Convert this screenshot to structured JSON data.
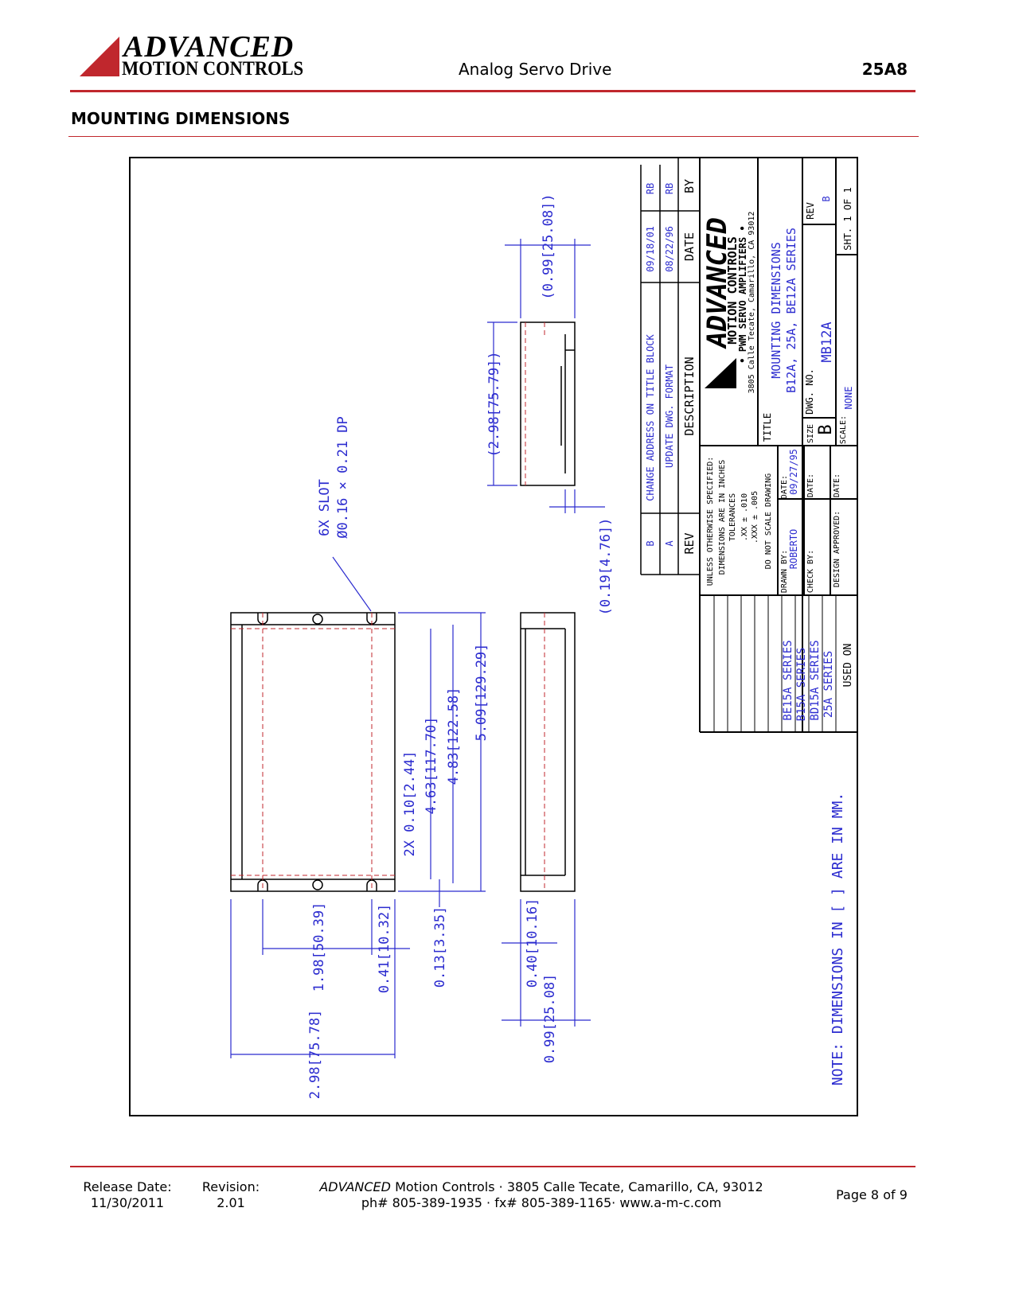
{
  "header": {
    "brand_line1": "ADVANCED",
    "brand_line2": "MOTION CONTROLS",
    "product": "Analog Servo Drive",
    "model": "25A8"
  },
  "section_title": "MOUNTING DIMENSIONS",
  "drawing": {
    "slot_line1": "6X SLOT",
    "slot_line2": "Ø0.16 × 0.21 DP",
    "d_2x": "2X  0.10[2.44]",
    "d_463": "4.63[117.70]",
    "d_483": "4.83[122.58]",
    "d_509": "5.09[129.29]",
    "d_198": "1.98[50.39]",
    "d_041": "0.41[10.32]",
    "d_013": "0.13[3.35]",
    "d_298": "2.98[75.78]",
    "d_040": "0.40[10.16]",
    "d_099": "0.99[25.08]",
    "d_298ref": "(2.98[75.79])",
    "d_099ref": "(0.99[25.08])",
    "d_019ref": "(0.19[4.76])",
    "note": "NOTE: DIMENSIONS IN [ ] ARE IN MM."
  },
  "title_block": {
    "revisions": [
      {
        "rev": "B",
        "description": "CHANGE ADDRESS ON TITLE BLOCK",
        "date": "09/18/01",
        "by": "RB"
      },
      {
        "rev": "A",
        "description": "UPDATE DWG. FORMAT",
        "date": "08/22/96",
        "by": "RB"
      }
    ],
    "rev_header": {
      "rev": "REV",
      "description": "DESCRIPTION",
      "date": "DATE",
      "by": "BY"
    },
    "logo": {
      "name": "ADVANCED",
      "line2": "MOTION CONTROLS",
      "line3": "• PWM SERVO AMPLIFIERS •",
      "address": "3805 Calle Tecate, Camarillo, CA  93012"
    },
    "title_label": "TITLE",
    "title_line1": "MOUNTING DIMENSIONS",
    "title_line2": "B12A, 25A, BE12A SERIES",
    "rev_label": "REV",
    "rev_value": "B",
    "size_label": "SIZE",
    "size_value": "B",
    "dwg_label": "DWG. NO.",
    "dwg_value": "MB12A",
    "scale_label": "SCALE:",
    "scale_value": "NONE",
    "sheet": "SHT. 1 OF 1",
    "tolerances": [
      "UNLESS OTHERWISE SPECIFIED:",
      "DIMENSIONS ARE IN INCHES",
      "TOLERANCES",
      ".XX ± .010",
      ".XXX ± .005",
      "DO NOT SCALE DRAWING"
    ],
    "drawn_label": "DRAWN BY:",
    "drawn_value": "ROBERTO",
    "date_label": "DATE:",
    "drawn_date": "09/27/95",
    "check_label": "CHECK BY:",
    "design_label": "DESIGN APPROVED:",
    "used_on": [
      "BE15A SERIES",
      "B15A SERIES",
      "BD15A SERIES",
      "25A SERIES"
    ],
    "used_on_label": "USED ON"
  },
  "footer": {
    "release_label": "Release Date:",
    "release_date": "11/30/2011",
    "revision_label": "Revision:",
    "revision": "2.01",
    "company_italic": "ADVANCED",
    "company_rest": " Motion Controls · 3805 Calle Tecate, Camarillo, CA, 93012",
    "contact": "ph# 805-389-1935 · fx# 805-389-1165· www.a-m-c.com",
    "page": "Page 8 of 9"
  },
  "colors": {
    "accent": "#c0272d",
    "drawing_blue": "#2b2bcf"
  }
}
